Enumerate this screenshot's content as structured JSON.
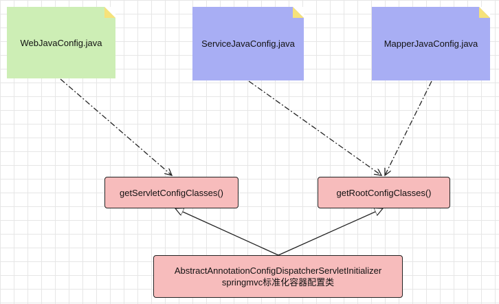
{
  "notes": {
    "web": "WebJavaConfig.java",
    "service": "ServiceJavaConfig.java",
    "mapper": "MapperJavaConfig.java"
  },
  "methods": {
    "servlet": "getServletConfigClasses()",
    "root": "getRootConfigClasses()"
  },
  "initializer": {
    "line1": "AbstractAnnotationConfigDispatcherServletInitializer",
    "line2": "springmvc标准化容器配置类"
  },
  "colors": {
    "note_green": "#cdeeb5",
    "note_blue": "#a8aef4",
    "fold": "#f6e27a",
    "box_fill": "#f7bcbc"
  }
}
